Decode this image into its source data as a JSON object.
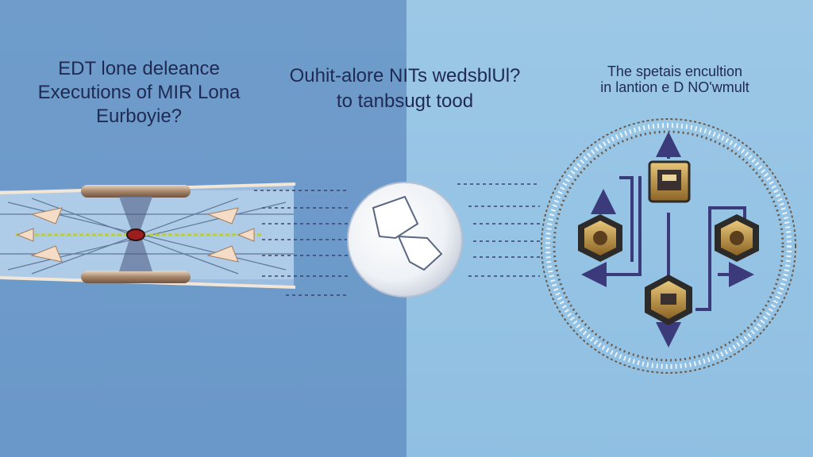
{
  "captions": {
    "left": [
      "EDT lone deleance",
      "Executions of MIR Lona",
      "Eurboyie?"
    ],
    "middle": [
      "Ouhit-alore NITs wedsblUl?",
      "to tanbsugt tood"
    ],
    "right": [
      "The spetais encultion",
      "in lantion e D NO'wmult"
    ]
  },
  "colors": {
    "left_background": "#6f9ccb",
    "right_background": "#9cc8e6",
    "text": "#1f2a52",
    "arrow": "#3b3a7a",
    "node_gold": "#b88a3a",
    "node_dark": "#2d2a2a"
  },
  "icons": {
    "center_sphere": "cracked-fragments-sphere-icon",
    "network_nodes": [
      "top-node-icon",
      "left-node-icon",
      "right-node-icon",
      "bottom-node-icon"
    ]
  }
}
